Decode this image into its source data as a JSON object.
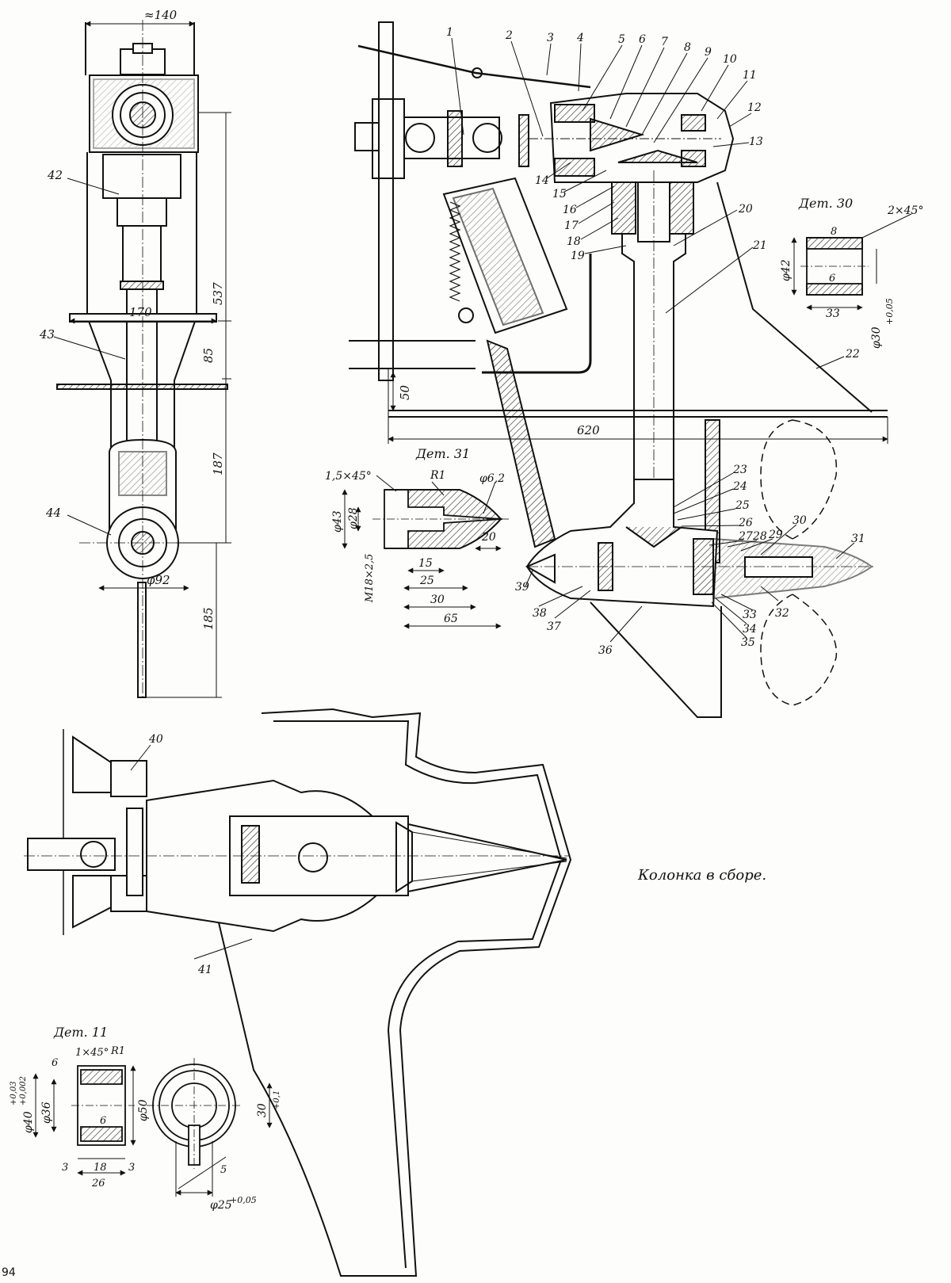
{
  "caption": "Колонка в сборе.",
  "detail_titles": {
    "d30": "Дет. 30",
    "d31": "Дет. 31",
    "d11": "Дет. 11"
  },
  "callouts": [
    "1",
    "2",
    "3",
    "4",
    "5",
    "6",
    "7",
    "8",
    "9",
    "10",
    "11",
    "12",
    "13",
    "14",
    "15",
    "16",
    "17",
    "18",
    "19",
    "20",
    "21",
    "22",
    "23",
    "24",
    "25",
    "26",
    "27",
    "28",
    "29",
    "30",
    "31",
    "32",
    "33",
    "34",
    "35",
    "36",
    "37",
    "38",
    "39",
    "40",
    "41",
    "42",
    "43",
    "44"
  ],
  "dims_front": {
    "top_width": "≈140",
    "flange_width": "170",
    "h537": "537",
    "h85": "85",
    "h187": "187",
    "h185": "185",
    "dia92": "φ92"
  },
  "dims_side": {
    "d620": "620",
    "d50": "50"
  },
  "det30": {
    "rough8": "8",
    "chamfer": "2×45°",
    "dia42": "φ42",
    "rough6": "6",
    "len33": "33",
    "dia30": "φ30",
    "tol30": "+0,05"
  },
  "det31": {
    "chamfer": "1,5×45°",
    "radius": "R1",
    "dia62": "φ6,2",
    "dia43": "φ43",
    "dia28": "φ28",
    "thread": "M18×2,5",
    "l20": "20",
    "l15": "15",
    "l25": "25",
    "l30": "30",
    "l65": "65"
  },
  "det11": {
    "chamfer": "1×45°",
    "radius": "R1",
    "rough6a": "6",
    "rough6b": "6",
    "dia40": "φ40",
    "tol40a": "+0,03",
    "tol40b": "+0,002",
    "dia36": "φ36",
    "dia50": "φ50",
    "l3a": "3",
    "l18": "18",
    "l3b": "3",
    "l26": "26",
    "d30": "30",
    "tol30": "+0,1",
    "w5": "5",
    "dia25": "φ25",
    "tol25": "+0,05"
  },
  "page_number": "94"
}
